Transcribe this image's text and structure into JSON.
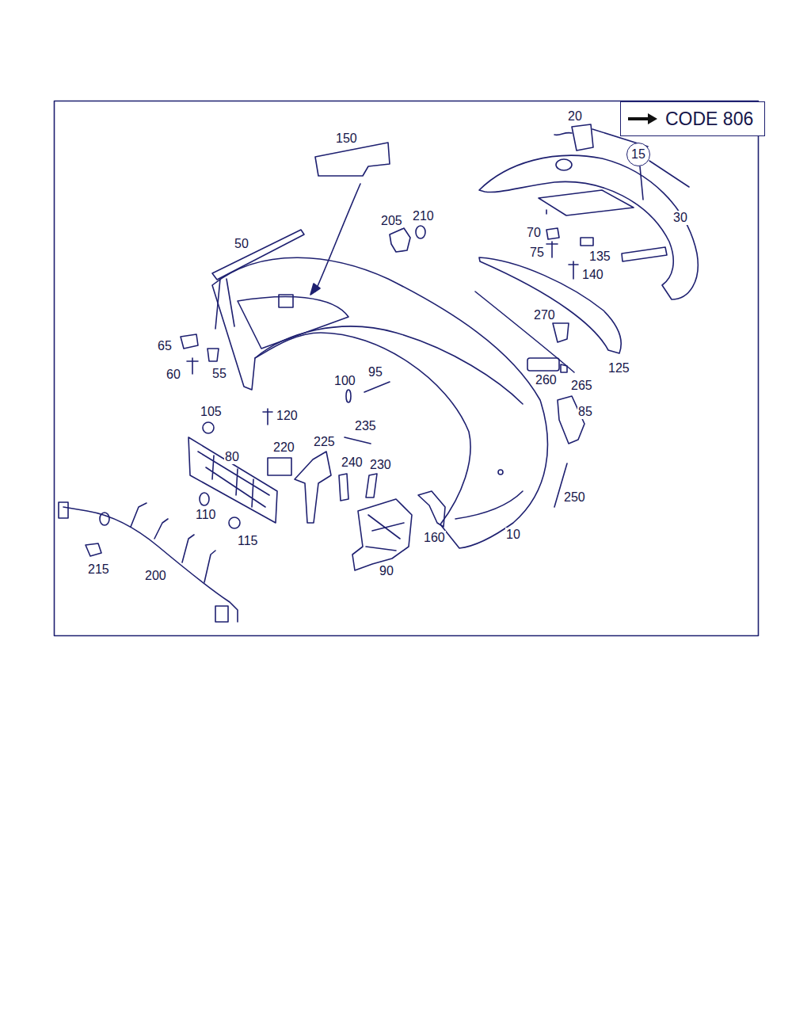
{
  "diagram": {
    "nodes": [
      {
        "text": [
          "CODE 806"
        ]
      },
      {
        "text": [
          "15"
        ]
      }
    ],
    "edges": [],
    "labels": [
      "20",
      "150",
      "30",
      "205",
      "210",
      "70",
      "50",
      "75",
      "135",
      "140",
      "270",
      "65",
      "60",
      "55",
      "125",
      "100",
      "95",
      "260",
      "265",
      "85",
      "105",
      "120",
      "235",
      "220",
      "225",
      "80",
      "240",
      "230",
      "250",
      "110",
      "115",
      "160",
      "10",
      "215",
      "200",
      "90"
    ]
  }
}
